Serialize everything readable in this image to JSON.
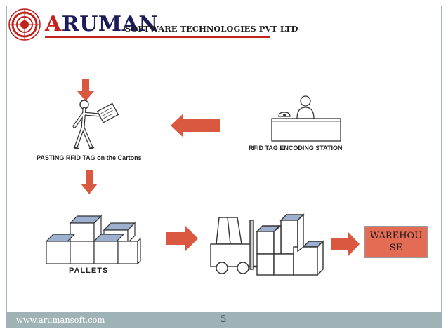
{
  "header": {
    "brand_first_letter": "A",
    "brand_rest": "RUMAN",
    "tagline": "SOFTWARE TECHNOLOGIES PVT LTD"
  },
  "diagram": {
    "pasting_label": "PASTING RFID TAG on the Cartons",
    "encoding_label": "RFID TAG ENCODING STATION",
    "pallets_label": "PALLETS",
    "warehouse_label": "WAREHOU\nSE"
  },
  "footer": {
    "url": "www.arumansoft.com",
    "page_number": "5"
  },
  "colors": {
    "arrow": "#d9583f",
    "brand_red": "#c0221d",
    "brand_navy": "#1c1c58",
    "footer_bar": "#9fb3b7",
    "warehouse_box": "#e46c55"
  }
}
